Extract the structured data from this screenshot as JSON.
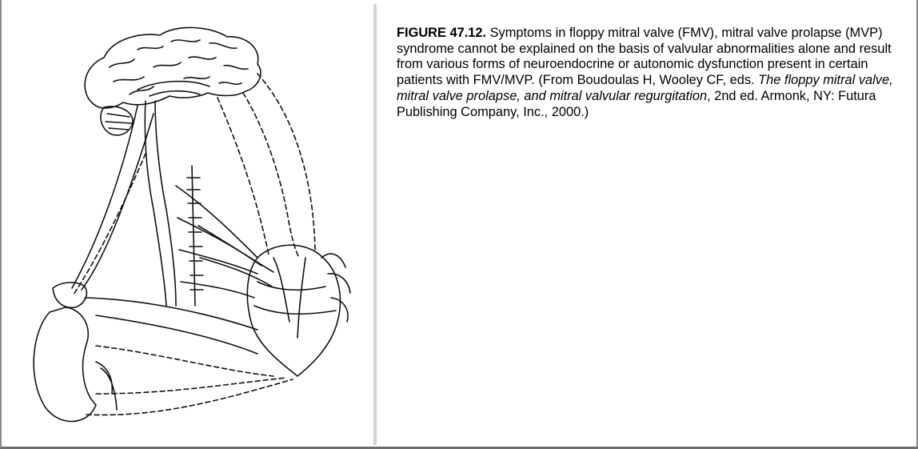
{
  "caption": {
    "label": "FIGURE 47.12.",
    "text": " Symptoms in floppy mitral valve (FMV), mitral valve prolapse (MVP) syndrome cannot be explained on the basis of valvular abnormalities alone and result from various forms of neuroendocrine or autonomic dysfunction present in certain patients with FMV/MVP. (From Boudoulas H, Wooley CF, eds. ",
    "source_title": "The floppy mitral valve, mitral valve prolapse, and mitral valvular regurgitation",
    "source_rest": ", 2nd ed. Armonk, NY: Futura Publishing Company, Inc., 2000.)"
  }
}
